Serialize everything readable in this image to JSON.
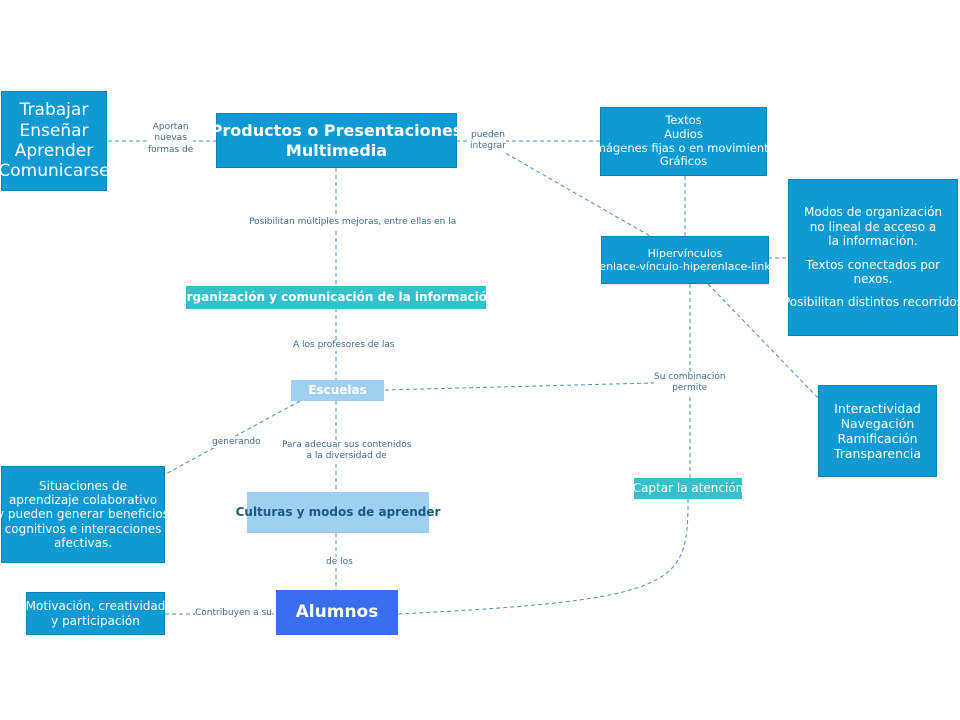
{
  "nodes": {
    "trabajar": [
      "Trabajar",
      "Enseñar",
      "Aprender",
      "Comunicarse"
    ],
    "productos": [
      "Productos o Presentaciones",
      "Multimedia"
    ],
    "textos": [
      "Textos",
      "Audios",
      "Imágenes fijas o en movimiento",
      "Gráficos"
    ],
    "modos": [
      "Modos de organización",
      "no lineal de acceso a",
      "la información.",
      "",
      "Textos conectados por",
      "nexos.",
      "",
      "Posibilitan distintos recorridos"
    ],
    "hipervinculos": [
      "Hipervínculos",
      "(enlace-vínculo-hiperenlace-link)"
    ],
    "organizacion": "Organización y comunicación de la información",
    "escuelas": "Escuelas",
    "interactividad": [
      "Interactividad",
      "Navegación",
      "Ramificación",
      "Transparencia"
    ],
    "situaciones": [
      "Situaciones de",
      "aprendizaje colaborativo",
      "y pueden generar beneficios",
      "cognitivos e interacciones",
      "afectivas."
    ],
    "culturas": "Culturas y modos de aprender",
    "captar": "Captar la atención",
    "motivacion": [
      "Motivación, creatividad",
      "y participación"
    ],
    "alumnos": "Alumnos"
  },
  "links": {
    "aportan": [
      "Aportan",
      "nuevas",
      "formas de"
    ],
    "pueden": [
      "pueden",
      "integrar"
    ],
    "posibilitan": "Posibilitan múltiples mejoras, entre ellas en la",
    "profesores": "A los profesores de las",
    "combinacion": [
      "Su combinación",
      "permite"
    ],
    "generando": "generando",
    "adecuar": [
      "Para adecuar sus contenidos",
      "a la diversidad de"
    ],
    "delos": "de los",
    "contribuyen": "Contribuyen a su"
  },
  "colors": {
    "primary_blue": "#0f9ad3",
    "teal": "#35c0cc",
    "light_blue": "#9fd0f2",
    "royal_blue": "#3a6ef0",
    "connector": "#4a8fbf"
  }
}
